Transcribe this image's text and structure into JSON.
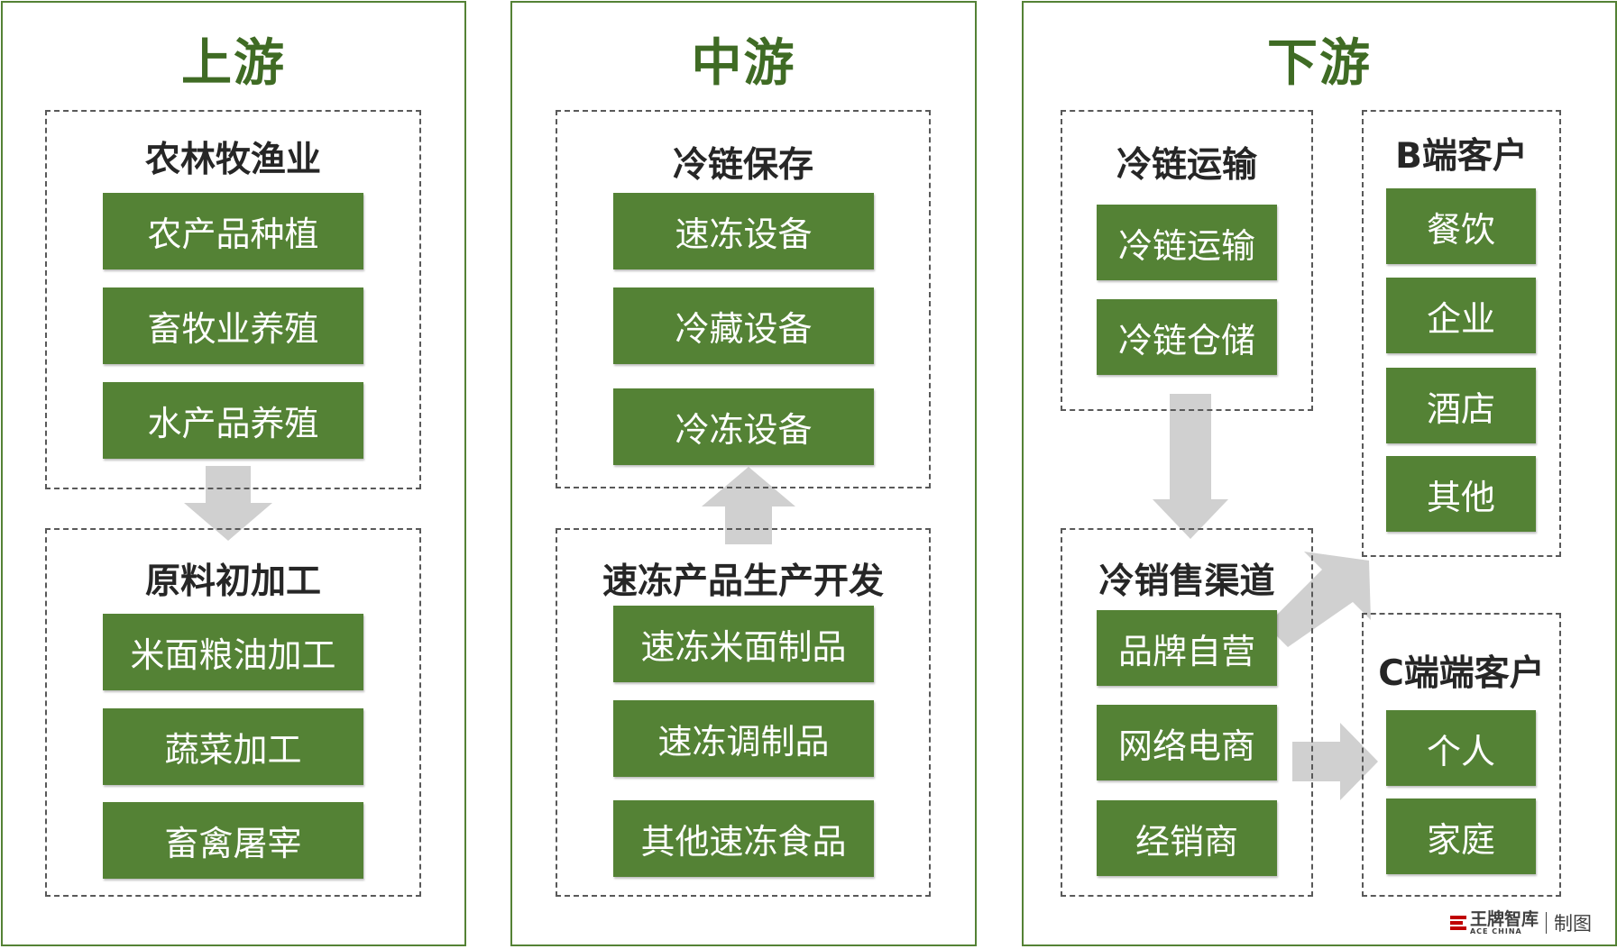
{
  "upstream": {
    "title": "上游",
    "farming": {
      "title": "农林牧渔业",
      "items": [
        "农产品种植",
        "畜牧业养殖",
        "水产品养殖"
      ]
    },
    "processing": {
      "title": "原料初加工",
      "items": [
        "米面粮油加工",
        "蔬菜加工",
        "畜禽屠宰"
      ]
    }
  },
  "midstream": {
    "title": "中游",
    "storage": {
      "title": "冷链保存",
      "items": [
        "速冻设备",
        "冷藏设备",
        "冷冻设备"
      ]
    },
    "production": {
      "title": "速冻产品生产开发",
      "items": [
        "速冻米面制品",
        "速冻调制品",
        "其他速冻食品"
      ]
    }
  },
  "downstream": {
    "title": "下游",
    "transport": {
      "title": "冷链运输",
      "items": [
        "冷链运输",
        "冷链仓储"
      ]
    },
    "channels": {
      "title": "冷销售渠道",
      "items": [
        "品牌自营",
        "网络电商",
        "经销商"
      ]
    },
    "b_clients": {
      "title": "B端客户",
      "items": [
        "餐饮",
        "企业",
        "酒店",
        "其他"
      ]
    },
    "c_clients": {
      "title": "C端端客户",
      "items": [
        "个人",
        "家庭"
      ]
    }
  },
  "footer": {
    "brand": "王牌智库",
    "brand_en": "ACE CHINA",
    "suffix": "制图"
  },
  "colors": {
    "panel_border": "#548235",
    "item_fill": "#548235",
    "title_text": "#3f6b24",
    "arrow": "#d0d0d0"
  }
}
